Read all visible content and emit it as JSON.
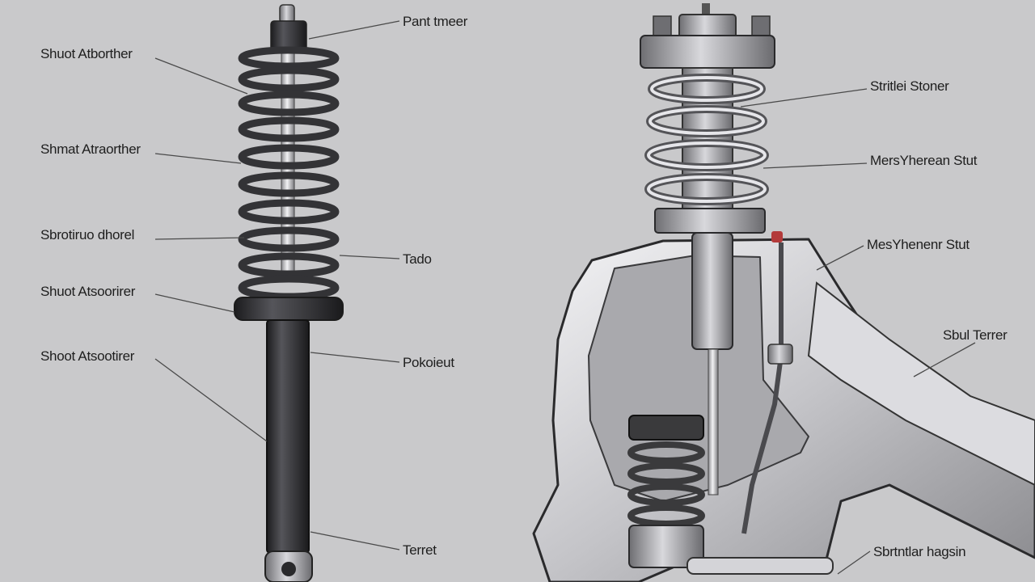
{
  "labels": {
    "left": {
      "l1": "Shuot Atborther",
      "l2": "Shmat Atraorther",
      "l3": "Sbrotiruo dhorel",
      "l4": "Shuot  Atsoorirer",
      "l5": "Shoot  Atsootirer"
    },
    "middle": {
      "m1": "Pant tmeer",
      "m2": "Tado",
      "m3": "Pokoieut",
      "m4": "Terret"
    },
    "right": {
      "r1": "Stritlei Stoner",
      "r2": "MersYherean Stut",
      "r3": "MesYhenenr Stut",
      "r4": "Sbul Terrer",
      "r5": "Sbrtntlar hagsin"
    }
  },
  "colors": {
    "background": "#c9c9cb",
    "spring": "#3a3a3c",
    "shock_body": "#2b2b2d",
    "metal_light": "#e4e4e6",
    "metal_mid": "#9a9a9e",
    "accent_red": "#b33a3a"
  }
}
